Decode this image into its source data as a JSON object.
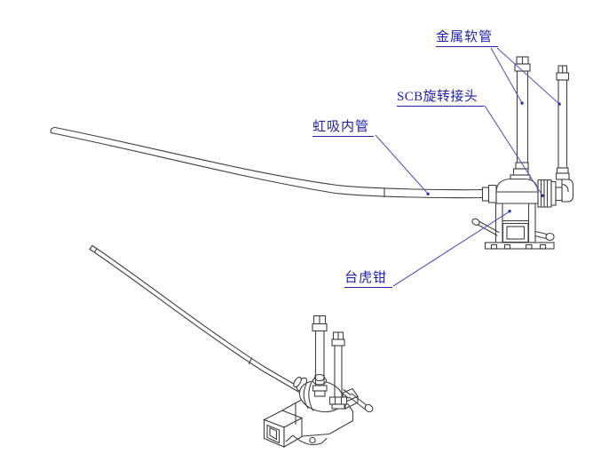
{
  "canvas": {
    "background": "#ffffff"
  },
  "colors": {
    "line": "#3f3f3f",
    "label_text": "#2222a8",
    "leader_line": "#5858bb",
    "leader_dot": "#2a2aa0"
  },
  "labels": [
    {
      "name": "metal-hose",
      "text": "金属软管"
    },
    {
      "name": "scb-rotary-joint",
      "text": "SCB旋转接头"
    },
    {
      "name": "siphon-inner-tube",
      "text": "虹吸内管"
    },
    {
      "name": "bench-vise",
      "text": "台虎钳"
    }
  ]
}
